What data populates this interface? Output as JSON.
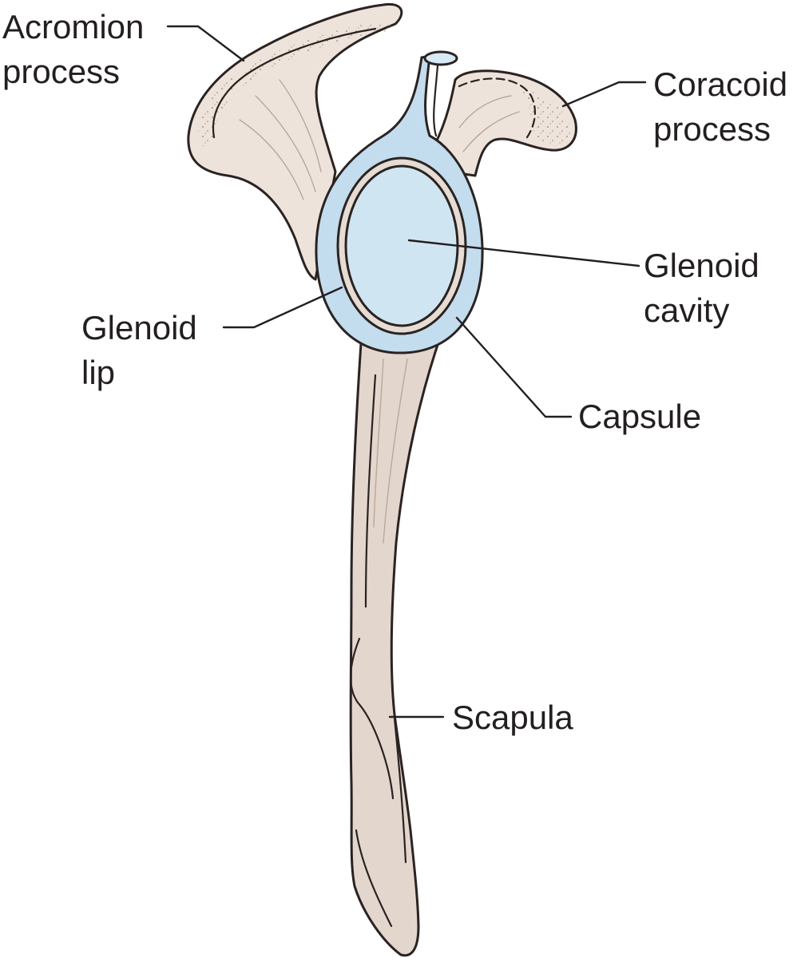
{
  "labels": {
    "acromion_process": {
      "line1": "Acromion",
      "line2": "process"
    },
    "coracoid_process": {
      "line1": "Coracoid",
      "line2": "process"
    },
    "glenoid_cavity": {
      "line1": "Glenoid",
      "line2": "cavity"
    },
    "glenoid_lip": {
      "line1": "Glenoid",
      "line2": "lip"
    },
    "capsule": {
      "line1": "Capsule"
    },
    "scapula": {
      "line1": "Scapula"
    }
  },
  "colors": {
    "bone": "#e3d6cd",
    "cartilage_blue": "#cfe6f2",
    "capsule_blue": "#c3dcee",
    "ink": "#231f20"
  }
}
